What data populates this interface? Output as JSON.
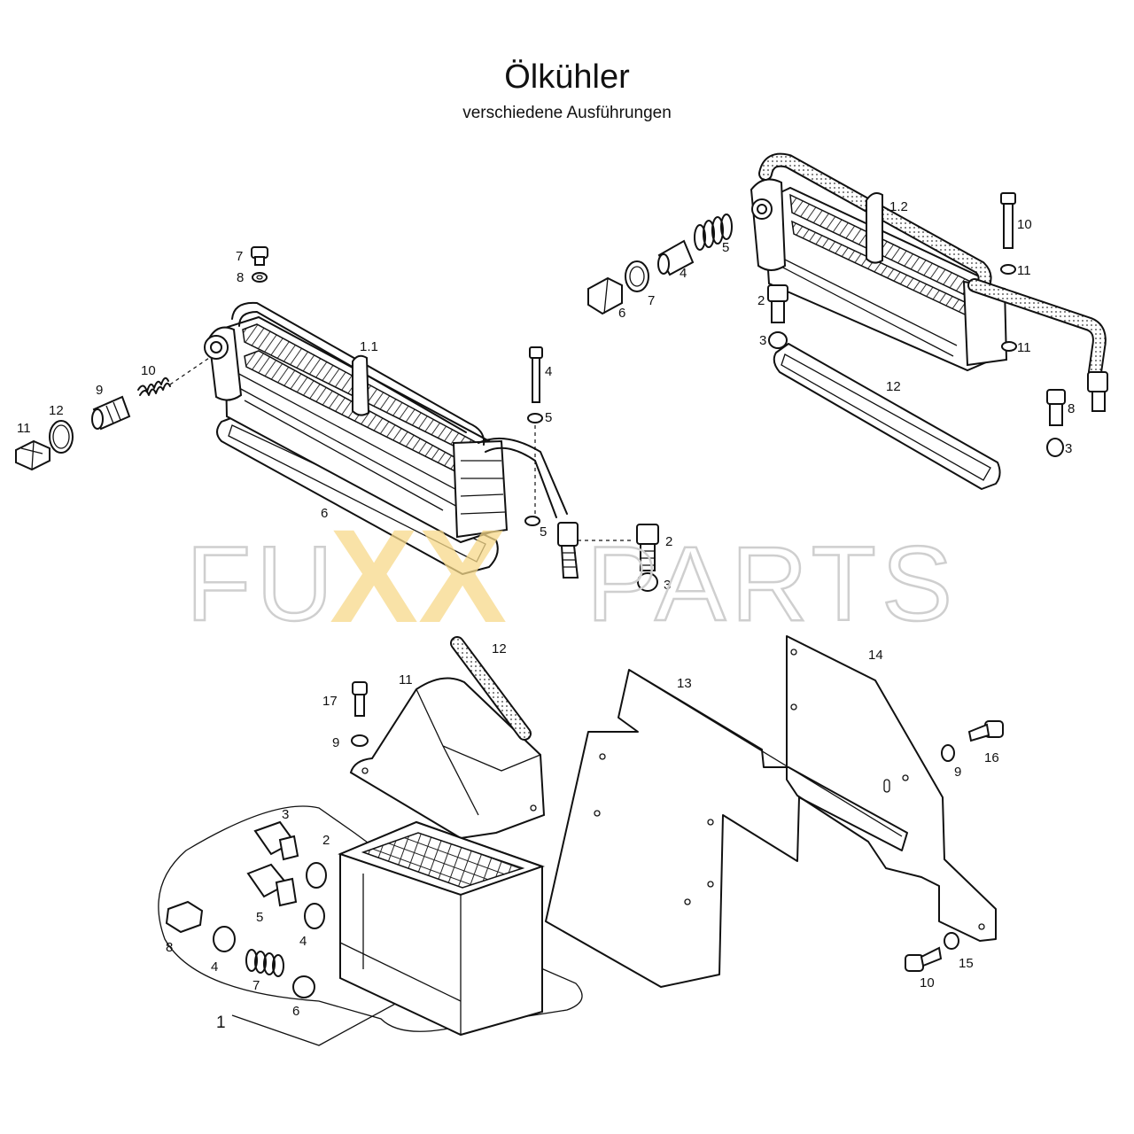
{
  "title": "Ölkühler",
  "subtitle": "verschiedene Ausführungen",
  "watermark": {
    "left": "FU",
    "mid": "XX",
    "right": "PARTS",
    "accent_color": "#f5c75a",
    "outline_color": "#cfcfcf"
  },
  "groups": {
    "cooler_1_1": {
      "labels": {
        "n7": "7",
        "n8": "8",
        "n1_1": "1.1",
        "n10": "10",
        "n9": "9",
        "n12": "12",
        "n11": "11",
        "n4": "4",
        "n5a": "5",
        "n5b": "5",
        "n6": "6",
        "n2": "2",
        "n3": "3"
      }
    },
    "cooler_1_2": {
      "labels": {
        "n1_2": "1.2",
        "n10": "10",
        "n11a": "11",
        "n11b": "11",
        "n5": "5",
        "n4": "4",
        "n7": "7",
        "n6": "6",
        "n2": "2",
        "n3a": "3",
        "n12": "12",
        "n8": "8",
        "n3b": "3"
      }
    },
    "cooler_1": {
      "labels": {
        "n17": "17",
        "n9a": "9",
        "n11": "11",
        "n12": "12",
        "n13": "13",
        "n14": "14",
        "n3": "3",
        "n2": "2",
        "n5": "5",
        "n4a": "4",
        "n8": "8",
        "n4b": "4",
        "n7": "7",
        "n6": "6",
        "n1": "1",
        "n9b": "9",
        "n16": "16",
        "n15": "15",
        "n10": "10"
      }
    }
  }
}
